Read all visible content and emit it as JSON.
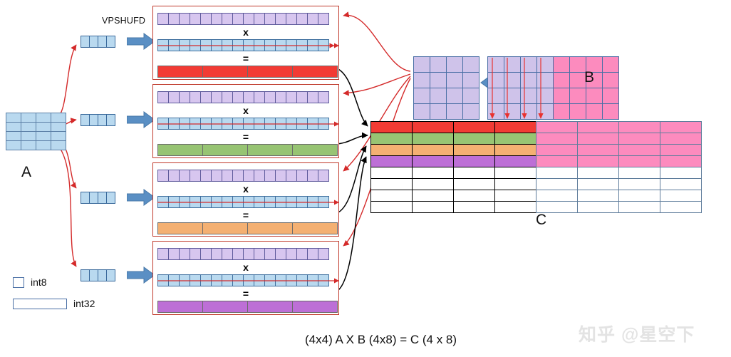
{
  "diagram": {
    "title_caption": "(4x4) A X B (4x8) = C (4 x 8)",
    "watermark": "知乎 @星空下",
    "instruction_label": "VPSHUFD",
    "operators": {
      "multiply": "x",
      "equals": "="
    },
    "matrix_a_label": "A",
    "matrix_b_label": "B",
    "matrix_c_label": "C",
    "colors": {
      "int8_blue": "#b9d9ef",
      "lavender": "#d7c6ef",
      "pink": "#fc8bbe",
      "result_red": "#f23b34",
      "result_green": "#97c473",
      "result_orange": "#f4b072",
      "result_purple": "#bd6fd6",
      "red_arrow": "#d42a2a",
      "black_arrow": "#000000",
      "block_border": "#c0392b",
      "blue_arrow": "#5a8fc4"
    },
    "legend": [
      {
        "shape": "small-square",
        "label": "int8"
      },
      {
        "shape": "wide-rect",
        "label": "int32"
      }
    ],
    "matrix_a": {
      "rows": 4,
      "cols": 4,
      "dtype": "int8",
      "fill": "#b9d9ef",
      "arrows": 4
    },
    "shuffled_vectors": [
      {
        "index": 0,
        "cells": 4,
        "dtype": "int8"
      },
      {
        "index": 1,
        "cells": 4,
        "dtype": "int8"
      },
      {
        "index": 2,
        "cells": 4,
        "dtype": "int8"
      },
      {
        "index": 3,
        "cells": 4,
        "dtype": "int8"
      }
    ],
    "mul_blocks": [
      {
        "index": 0,
        "operand_top_cells": 16,
        "operand_top_fill": "#d7c6ef",
        "operand_bottom_cells": 16,
        "operand_bottom_fill": "#b9d9ef",
        "result_cells": 4,
        "result_fill": "#f23b34",
        "result_name": "row0"
      },
      {
        "index": 1,
        "operand_top_cells": 16,
        "operand_top_fill": "#d7c6ef",
        "operand_bottom_cells": 16,
        "operand_bottom_fill": "#b9d9ef",
        "result_cells": 4,
        "result_fill": "#97c473",
        "result_name": "row1"
      },
      {
        "index": 2,
        "operand_top_cells": 16,
        "operand_top_fill": "#d7c6ef",
        "operand_bottom_cells": 16,
        "operand_bottom_fill": "#b9d9ef",
        "result_cells": 4,
        "result_fill": "#f4b072",
        "result_name": "row2"
      },
      {
        "index": 3,
        "operand_top_cells": 16,
        "operand_top_fill": "#d7c6ef",
        "operand_bottom_cells": 16,
        "operand_bottom_fill": "#b9d9ef",
        "result_cells": 4,
        "result_fill": "#bd6fd6",
        "result_name": "row3"
      }
    ],
    "matrix_b_shuffled": {
      "rows": 4,
      "cols": 4,
      "fill": "#cfc3ea"
    },
    "matrix_b_source": {
      "rows": 4,
      "cols": 8,
      "left_half_fill": "#cfc3ea",
      "right_half_fill": "#fc8bbe",
      "down_arrows": 4
    },
    "matrix_c": {
      "rows": 8,
      "cols": 8,
      "left_cols": 4,
      "right_cols": 4,
      "row_fills_left": [
        "#f23b34",
        "#97c473",
        "#f4b072",
        "#bd6fd6",
        "#ffffff",
        "#ffffff",
        "#ffffff",
        "#ffffff"
      ],
      "row_fills_right": [
        "#fc8bbe",
        "#fc8bbe",
        "#fc8bbe",
        "#fc8bbe",
        "#ffffff",
        "#ffffff",
        "#ffffff",
        "#ffffff"
      ]
    }
  }
}
